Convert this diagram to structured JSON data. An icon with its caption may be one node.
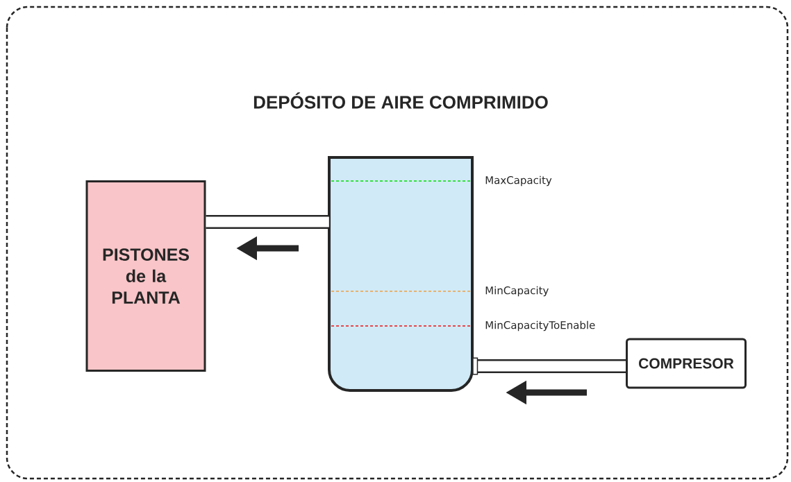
{
  "diagram": {
    "title": "DEPÓSITO DE AIRE COMPRIMIDO",
    "nodes": [
      {
        "text": [
          "PISTONES de la PLANTA"
        ]
      },
      {
        "text": [],
        "shape": "cylinder"
      },
      {
        "text": [
          "COMPRESOR"
        ]
      }
    ],
    "edges": [
      {
        "from": 1,
        "to": 0,
        "arrow": "none"
      },
      {
        "from": 2,
        "to": 1,
        "arrow": "other"
      }
    ],
    "labels": [
      "MaxCapacity",
      "MinCapacity",
      "MinCapacityToEnable"
    ]
  }
}
